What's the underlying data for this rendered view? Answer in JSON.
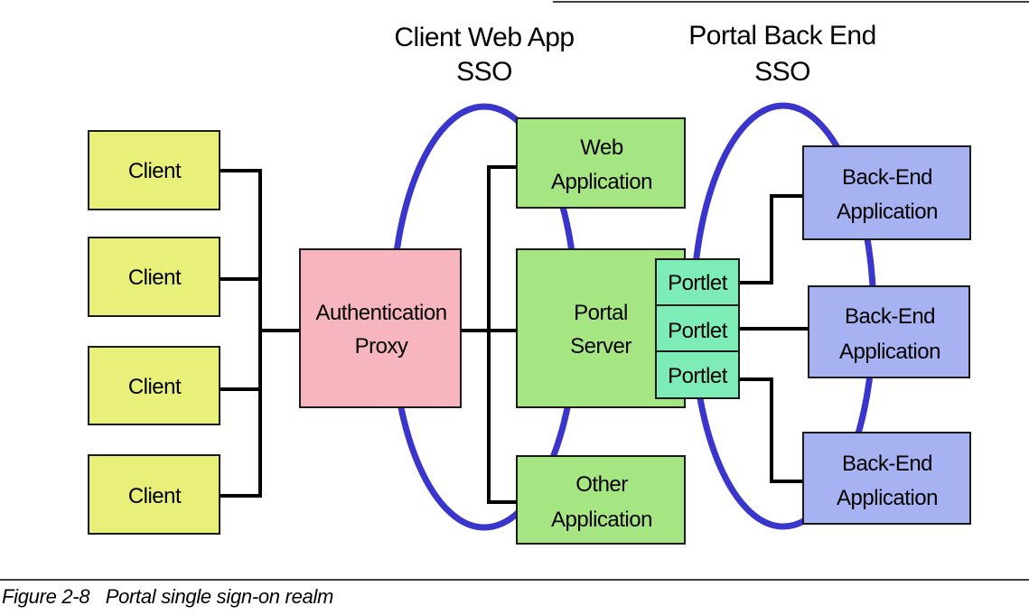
{
  "headings": {
    "client_web_app": [
      "Client Web App",
      "SSO"
    ],
    "portal_back_end": [
      "Portal Back End",
      "SSO"
    ]
  },
  "clients": [
    {
      "label": "Client"
    },
    {
      "label": "Client"
    },
    {
      "label": "Client"
    },
    {
      "label": "Client"
    }
  ],
  "proxy": {
    "lines": [
      "Authentication",
      "Proxy"
    ]
  },
  "web_application": {
    "lines": [
      "Web",
      "Application"
    ]
  },
  "portal_server": {
    "lines": [
      "Portal",
      "Server"
    ]
  },
  "other_application": {
    "lines": [
      "Other",
      "Application"
    ]
  },
  "portlets": [
    {
      "label": "Portlet"
    },
    {
      "label": "Portlet"
    },
    {
      "label": "Portlet"
    }
  ],
  "back_end_apps": [
    {
      "lines": [
        "Back-End",
        "Application"
      ]
    },
    {
      "lines": [
        "Back-End",
        "Application"
      ]
    },
    {
      "lines": [
        "Back-End",
        "Application"
      ]
    }
  ],
  "caption": "Figure 2-8   Portal single sign-on realm",
  "colors": {
    "client": "#e9f07a",
    "proxy": "#f6b5bf",
    "app": "#a6e682",
    "portlet": "#7eecb7",
    "back_end": "#a7b2f2",
    "sso_ring": "#3a36cc"
  }
}
